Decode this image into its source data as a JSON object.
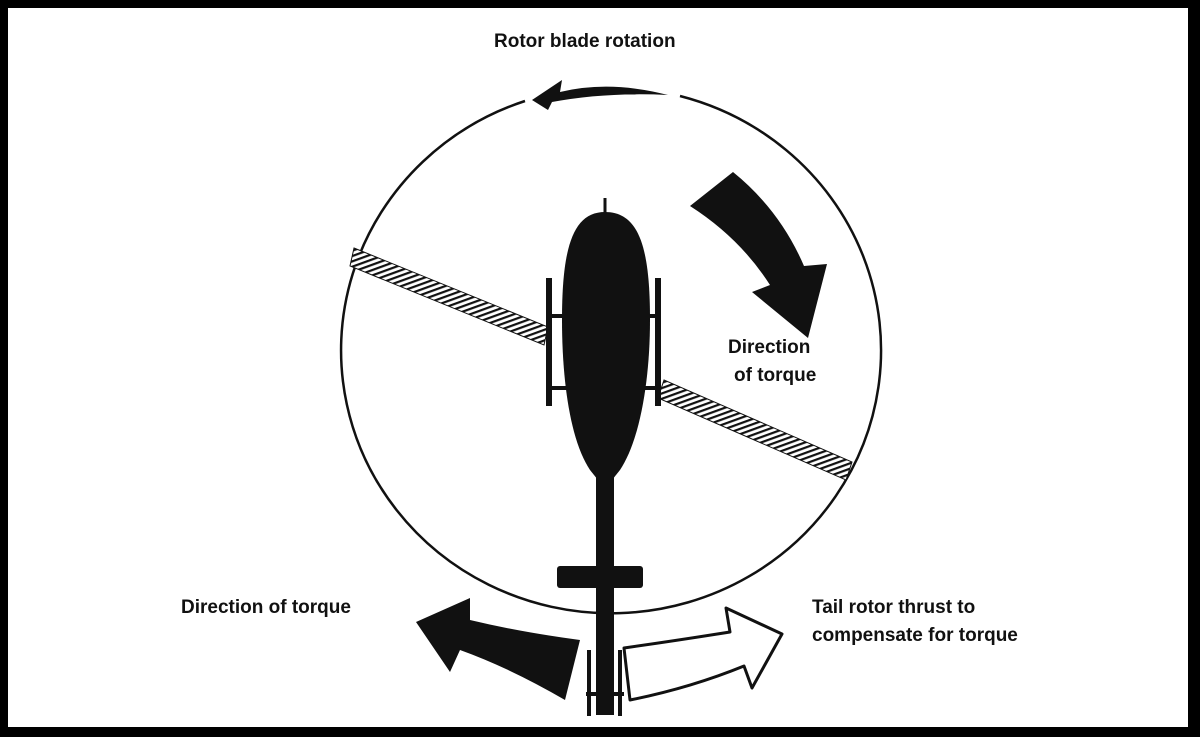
{
  "labels": {
    "rotor_blade_rotation": "Rotor blade rotation",
    "direction_of_torque_right_line1": "Direction",
    "direction_of_torque_right_line2": "of torque",
    "direction_of_torque_left": "Direction of torque",
    "tail_rotor_line1": "Tail rotor thrust to",
    "tail_rotor_line2": "compensate for torque"
  },
  "colors": {
    "ink": "#111111",
    "background": "#ffffff"
  }
}
